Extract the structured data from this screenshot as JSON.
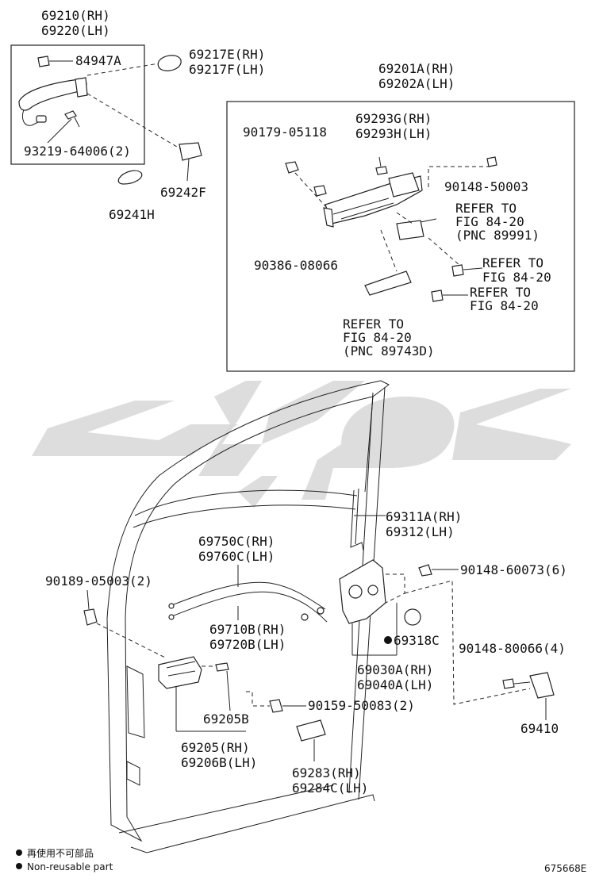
{
  "labels": {
    "p69210": "69210(RH)",
    "p69220": "69220(LH)",
    "p84947": "84947A",
    "p69217e": "69217E(RH)",
    "p69217f": "69217F(LH)",
    "p93219": "93219-64006(2)",
    "p69242f": "69242F",
    "p69241h": "69241H",
    "p69201a": "69201A(RH)",
    "p69202a": "69202A(LH)",
    "p69293g": "69293G(RH)",
    "p69293h": "69293H(LH)",
    "p90179": "90179-05118",
    "p90148_50003": "90148-50003",
    "ref1_l1": "REFER TO",
    "ref1_l2": "FIG 84-20",
    "ref1_l3": "(PNC 89991)",
    "p90386": "90386-08066",
    "ref2_l1": "REFER TO",
    "ref2_l2": "FIG 84-20",
    "ref3_l1": "REFER TO",
    "ref3_l2": "FIG 84-20",
    "ref4_l1": "REFER TO",
    "ref4_l2": "FIG 84-20",
    "ref4_l3": "(PNC 89743D)",
    "p69311a": "69311A(RH)",
    "p69312": "69312(LH)",
    "p69750c": "69750C(RH)",
    "p69760c": "69760C(LH)",
    "p90148_60073": "90148-60073(6)",
    "p90189": "90189-05003(2)",
    "p69710b": "69710B(RH)",
    "p69720b": "69720B(LH)",
    "p69318c": "69318C",
    "p90148_80066": "90148-80066(4)",
    "p69030a": "69030A(RH)",
    "p69040a": "69040A(LH)",
    "p69205b": "69205B",
    "p90159": "90159-50083(2)",
    "p69410": "69410",
    "p69205": "69205(RH)",
    "p69206b": "69206B(LH)",
    "p69283": "69283(RH)",
    "p69284c": "69284C(LH)"
  },
  "legend": {
    "cn": "再使用不可部品",
    "en": "Non-reusable part"
  },
  "figure_code": "675668E"
}
